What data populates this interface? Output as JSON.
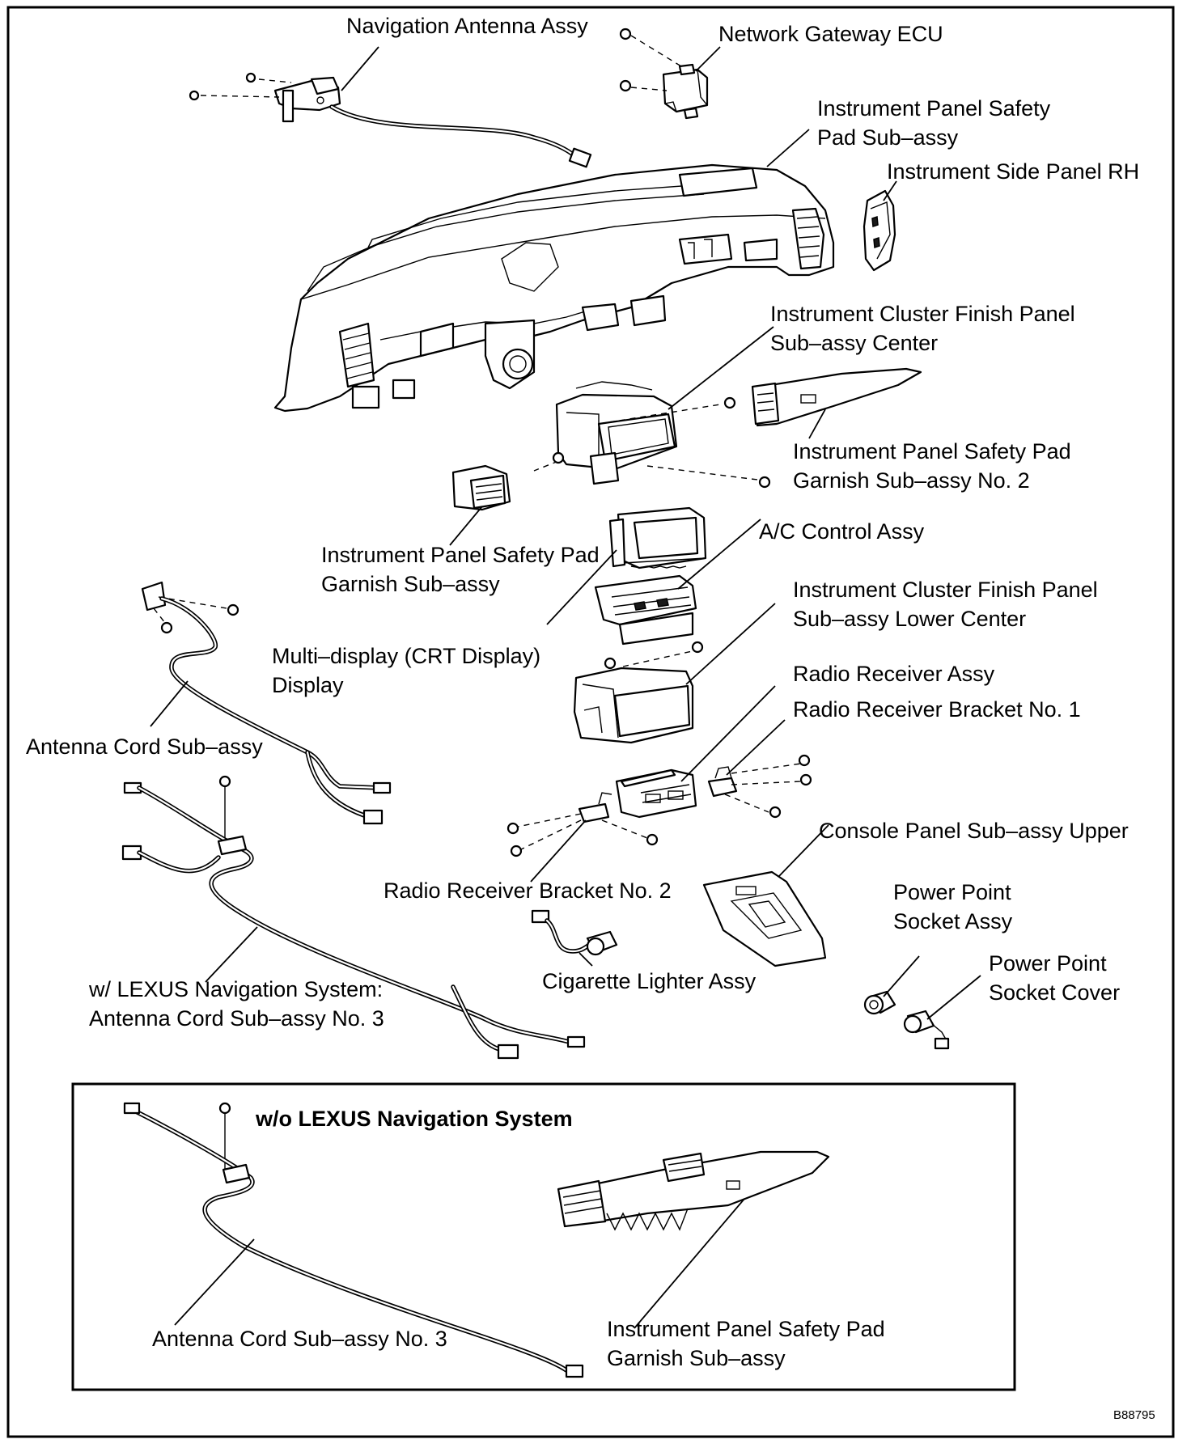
{
  "labels": {
    "nav_antenna": "Navigation Antenna Assy",
    "network_gateway": "Network Gateway ECU",
    "ip_safety_pad_1": "Instrument  Panel  Safety",
    "ip_safety_pad_2": "Pad Sub–assy",
    "side_panel_rh": "Instrument Side Panel RH",
    "cluster_center_1": "Instrument Cluster Finish Panel",
    "cluster_center_2": "Sub–assy Center",
    "garnish_no2_1": "Instrument Panel Safety Pad",
    "garnish_no2_2": "Garnish Sub–assy No. 2",
    "ac_control": "A/C Control Assy",
    "garnish_1": "Instrument Panel Safety Pad",
    "garnish_2": "Garnish Sub–assy",
    "lower_center_1": "Instrument Cluster Finish Panel",
    "lower_center_2": "Sub–assy Lower Center",
    "multidisplay_1": "Multi–display  (CRT  Display)",
    "multidisplay_2": "Display",
    "radio_receiver": "Radio Receiver Assy",
    "radio_bracket_1": "Radio Receiver Bracket No. 1",
    "antenna_cord": "Antenna Cord Sub–assy",
    "console_upper": "Console Panel Sub–assy Upper",
    "radio_bracket_2": "Radio Receiver Bracket No. 2",
    "power_socket_1": "Power Point",
    "power_socket_2": "Socket Assy",
    "power_cover_1": "Power Point",
    "power_cover_2": "Socket Cover",
    "cig_lighter": "Cigarette Lighter Assy",
    "nav_antenna_cord_1": "w/ LEXUS Navigation System:",
    "nav_antenna_cord_2": "Antenna Cord Sub–assy No. 3"
  },
  "inset": {
    "title": "w/o LEXUS Navigation System",
    "antenna_cord": "Antenna Cord Sub–assy No. 3",
    "garnish_1": "Instrument Panel Safety Pad",
    "garnish_2": "Garnish Sub–assy"
  },
  "figure_code": "B88795"
}
